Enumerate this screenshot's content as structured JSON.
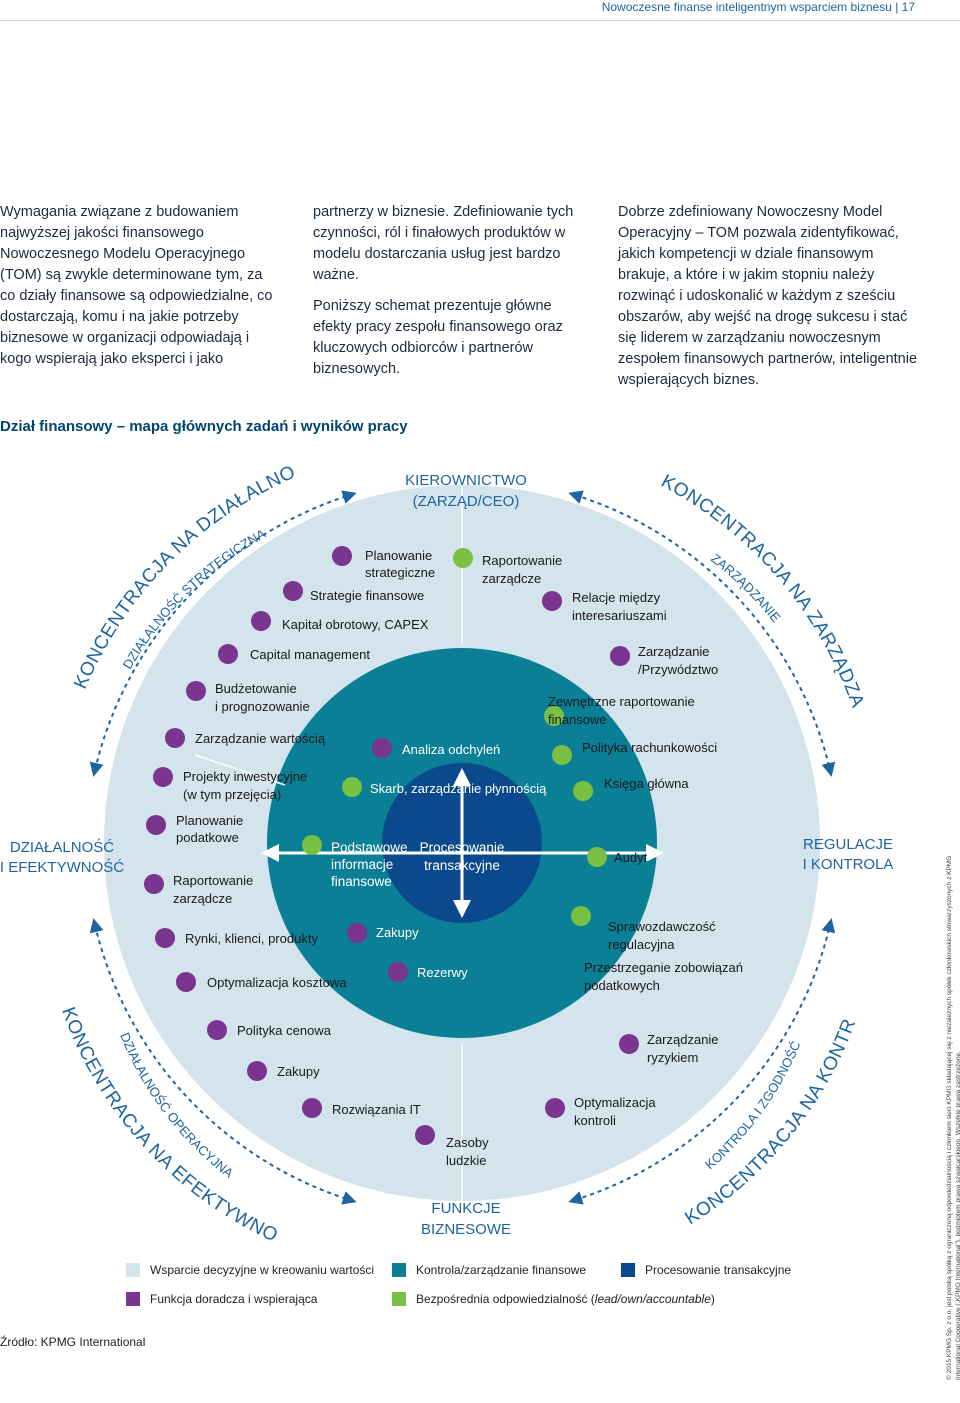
{
  "header": {
    "text": "Nowoczesne finanse inteligentnym wsparciem biznesu | 17"
  },
  "intro": {
    "col1": "Wymagania związane z budowaniem najwyższej jakości finansowego Nowoczesnego Modelu Operacyjnego (TOM) są zwykle determinowane tym, za co działy finansowe są odpowiedzialne, co dostarczają, komu i na jakie potrzeby biznesowe w organizacji odpowiadają i kogo wspierają jako eksperci i jako",
    "col2_p1": "partnerzy w biznesie. Zdefiniowanie tych czynności, ról i finałowych produktów w modelu dostarczania usług jest bardzo ważne.",
    "col2_p2": "Poniższy schemat prezentuje główne efekty pracy zespołu finansowego oraz kluczowych odbiorców i partnerów biznesowych.",
    "col3": "Dobrze zdefiniowany Nowoczesny Model Operacyjny – TOM pozwala zidentyfikować, jakich kompetencji w dziale finansowym brakuje, a które i w jakim stopniu należy rozwinąć i udoskonalić w każdym z sześciu obszarów, aby wejść na drogę sukcesu i stać się liderem w zarządzaniu nowoczesnym zespołem finansowych partnerów, inteligentnie wspierających biznes."
  },
  "diagram_title": "Dział finansowy – mapa głównych zadań i wyników pracy",
  "diagram": {
    "top_label": [
      "KIEROWNICTWO",
      "(ZARZĄD/CEO)"
    ],
    "bottom_label": [
      "FUNKCJE",
      "BIZNESOWE"
    ],
    "left_label": [
      "DZIAŁALNOŚĆ",
      "I EFEKTYWNOŚĆ"
    ],
    "right_label": [
      "REGULACJE",
      "I KONTROLA"
    ],
    "arc_outer_tl": "KONCENTRACJA NA DZIAŁALNOŚCI",
    "arc_inner_tl": "DZIAŁALNOŚĆ STRATEGICZNA",
    "arc_outer_tr": "KONCENTRACJA NA ZARZĄDZANIU",
    "arc_inner_tr": "ZARZĄDZANIE",
    "arc_outer_bl": "KONCENTRACJA NA EFEKTYWNOŚCI",
    "arc_inner_bl": "DZIAŁALNOŚĆ OPERACYJNA",
    "arc_outer_br": "KONCENTRACJA NA KONTROLI",
    "arc_inner_br": "KONTROLA I ZGODNOŚĆ",
    "core_left": [
      "Podstawowe",
      "informacje",
      "finansowe"
    ],
    "core_right": [
      "Procesowanie",
      "transakcyjne"
    ],
    "items": {
      "planowanie_strategiczne": [
        "Planowanie",
        "strategiczne"
      ],
      "strategie_finansowe": "Strategie finansowe",
      "kapital_obrotowy": "Kapitał obrotowy, CAPEX",
      "capital_management": "Capital management",
      "budzetowanie": [
        "Budżetowanie",
        "i prognozowanie"
      ],
      "zarzadzanie_wartoscia": "Zarządzanie wartością",
      "projekty_inwestycyjne": [
        "Projekty inwestycyjne",
        "(w tym przejęcia)"
      ],
      "planowanie_podatkowe": [
        "Planowanie",
        "podatkowe"
      ],
      "raportowanie_zarzadcze_left": [
        "Raportowanie",
        "zarządcze"
      ],
      "rynki_klienci": "Rynki, klienci, produkty",
      "optymalizacja_kosztowa": "Optymalizacja kosztowa",
      "polityka_cenowa": "Polityka cenowa",
      "zakupy_outer": "Zakupy",
      "rozwiazania_it": "Rozwiązania IT",
      "zasoby_ludzkie": [
        "Zasoby",
        "ludzkie"
      ],
      "raportowanie_zarzadcze_top": [
        "Raportowanie",
        "zarządcze"
      ],
      "relacje": [
        "Relacje między",
        "interesariuszami"
      ],
      "zarzadzanie_przywodztwo": [
        "Zarządzanie",
        "/Przywództwo"
      ],
      "zewnetrzne_raportowanie": [
        "Zewnętrzne raportowanie",
        "finansowe"
      ],
      "polityka_rachunkowosci": "Polityka rachunkowości",
      "ksiega_glowna": "Księga główna",
      "audyt": "Audyt",
      "sprawozdawczosc": [
        "Sprawozdawczość",
        "regulacyjna"
      ],
      "przestrzeganie": [
        "Przestrzeganie zobowiązań",
        "podatkowych"
      ],
      "zarzadzanie_ryzykiem": [
        "Zarządzanie",
        "ryzykiem"
      ],
      "optymalizacja_kontroli": [
        "Optymalizacja",
        "kontroli"
      ],
      "analiza_odchylen": "Analiza odchyleń",
      "skarb": "Skarb, zarządzanie płynnością",
      "zakupy_inner": "Zakupy",
      "rezerwy": "Rezerwy"
    }
  },
  "legend": [
    {
      "label": "Wsparcie decyzyjne w kreowaniu wartości",
      "color": "#d3e4ec"
    },
    {
      "label": "Kontrola/zarządzanie finansowe",
      "color": "#0a7f96"
    },
    {
      "label": "Procesowanie transakcyjne",
      "color": "#0a4a8c"
    },
    {
      "label": "Funkcja doradcza i wspierająca",
      "color": "#7b3590"
    },
    {
      "label_prefix": "Bezpośrednia odpowiedzialność (",
      "label_italic": "lead/own/accountable",
      "label_suffix": ")",
      "color": "#7ac043"
    }
  ],
  "colors": {
    "outer_circle": "#d3e4ec",
    "middle_circle": "#0a7f96",
    "core": "#0a4a8c",
    "advisory_dot": "#7b3590",
    "lead_dot": "#7ac043",
    "heading_blue": "#1e64a0"
  },
  "source": "Źródło: KPMG International",
  "sidenote": "© 2015 KPMG Sp. z o.o. jest polską spółką z ograniczoną odpowiedzialnością i członkiem sieci KPMG składającej się z niezależnych spółek członkowskich stowarzyszonych z KPMG International Cooperative („KPMG International\"), podmiotem prawa szwajcarskiego. Wszelkie prawa zastrzeżone."
}
